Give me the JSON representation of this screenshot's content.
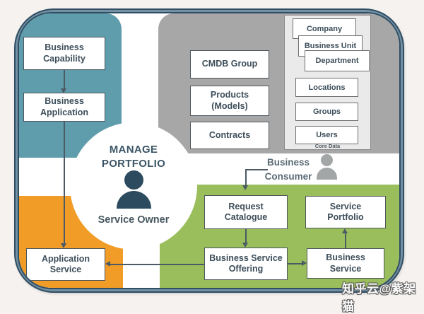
{
  "colors": {
    "business_layer": "#5f9dac",
    "cmdb_layer": "#a7a7a7",
    "application_layer": "#f09c27",
    "service_layer": "#9abe5c",
    "frame_border": "#2f4d63",
    "frame_band": "#7491a3",
    "owner_icon": "#2c4b5e",
    "consumer_icon": "#a2a6a6",
    "connector": "#4b5a64"
  },
  "regions": {
    "business_layer": {
      "boxes": [
        "Business Capability",
        "Business Application"
      ]
    },
    "cmdb_layer": {
      "boxes": [
        "CMDB Group",
        "Products (Models)",
        "Contracts"
      ]
    },
    "core_data_panel": {
      "caption": "Core Data",
      "boxes": [
        "Company",
        "Business Unit",
        "Department",
        "Locations",
        "Groups",
        "Users"
      ]
    },
    "application_layer": {
      "boxes": [
        "Application Service"
      ]
    },
    "service_layer": {
      "boxes": [
        "Request Catalogue",
        "Service Portfolio",
        "Business Service Offering",
        "Business Service"
      ]
    }
  },
  "center": {
    "title": "MANAGE PORTFOLIO",
    "role": "Service Owner"
  },
  "consumer": {
    "label": "Business Consumer"
  },
  "watermark": "知乎云@紫架猫"
}
